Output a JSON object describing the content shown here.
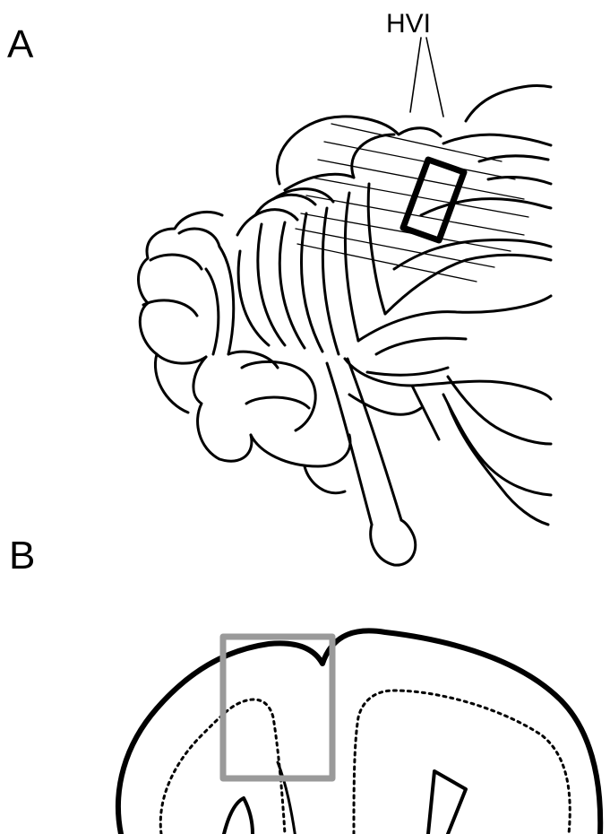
{
  "figure": {
    "panel_a": {
      "letter": "A",
      "region_label": "HVI"
    },
    "panel_b": {
      "letter": "B"
    },
    "colors": {
      "ink": "#000000",
      "highlight_box": "#9a9a9a",
      "background": "#ffffff"
    }
  }
}
